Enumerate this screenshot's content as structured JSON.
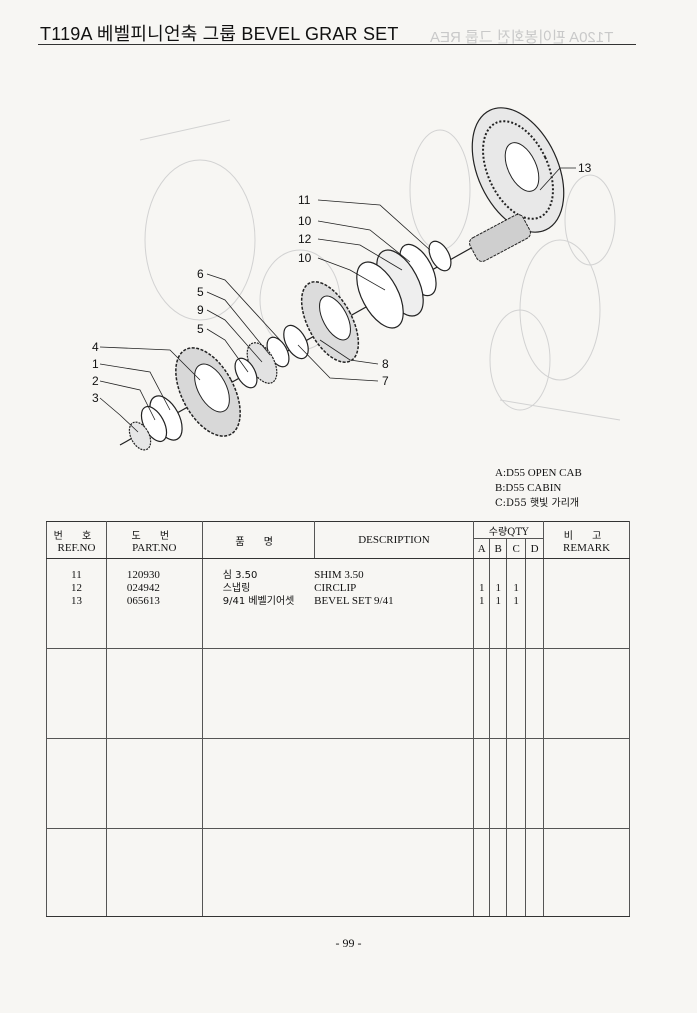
{
  "title": "T119A 베벨피니언축 그룹 BEVEL GRAR SET",
  "ghost_title": "T120A 핀이봉회전 그룹 REA",
  "callouts": [
    {
      "label": "13"
    },
    {
      "label": "11"
    },
    {
      "label": "10"
    },
    {
      "label": "12"
    },
    {
      "label": "10"
    },
    {
      "label": "6"
    },
    {
      "label": "5"
    },
    {
      "label": "9"
    },
    {
      "label": "5"
    },
    {
      "label": "4"
    },
    {
      "label": "1"
    },
    {
      "label": "2"
    },
    {
      "label": "3"
    },
    {
      "label": "8"
    },
    {
      "label": "7"
    }
  ],
  "legend": [
    "A:D55 OPEN CAB",
    "B:D55 CABIN",
    "C:D55 햇빛 가리개"
  ],
  "table": {
    "headers": {
      "ref_ko": "번 호",
      "ref_en": "REF.NO",
      "part_ko": "도 번",
      "part_en": "PART.NO",
      "name_ko": "품 명",
      "desc": "DESCRIPTION",
      "qty_ko": "수량QTY",
      "qty_cols": [
        "A",
        "B",
        "C",
        "D"
      ],
      "remark_ko": "비 고",
      "remark_en": "REMARK"
    },
    "rows": [
      {
        "ref": "11",
        "part": "120930",
        "name": "심 3.50",
        "desc": "SHIM 3.50",
        "a": "",
        "b": "",
        "c": "",
        "d": ""
      },
      {
        "ref": "12",
        "part": "024942",
        "name": "스냅링",
        "desc": "CIRCLIP",
        "a": "1",
        "b": "1",
        "c": "1",
        "d": ""
      },
      {
        "ref": "13",
        "part": "065613",
        "name": "9/41 베벨기어셋",
        "desc": "BEVEL SET 9/41",
        "a": "1",
        "b": "1",
        "c": "1",
        "d": ""
      }
    ]
  },
  "page_number": "- 99 -"
}
